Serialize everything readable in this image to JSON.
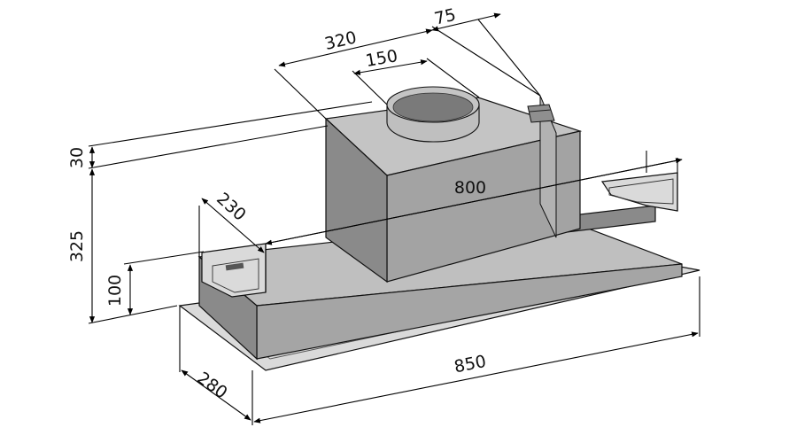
{
  "dimensions": {
    "d320": "320",
    "d75": "75",
    "d150": "150",
    "d30": "30",
    "d325": "325",
    "d100": "100",
    "d230": "230",
    "d800": "800",
    "d850": "850",
    "d280": "280"
  },
  "colors": {
    "flange_fill": "#dadada",
    "front_fill": "#a5a5a5",
    "top_fill": "#bfbfbf",
    "motor_front": "#a3a3a3",
    "motor_top": "#c4c4c4",
    "motor_side": "#8a8a8a",
    "duct_inner": "#7a7a7a",
    "line": "#000000"
  }
}
